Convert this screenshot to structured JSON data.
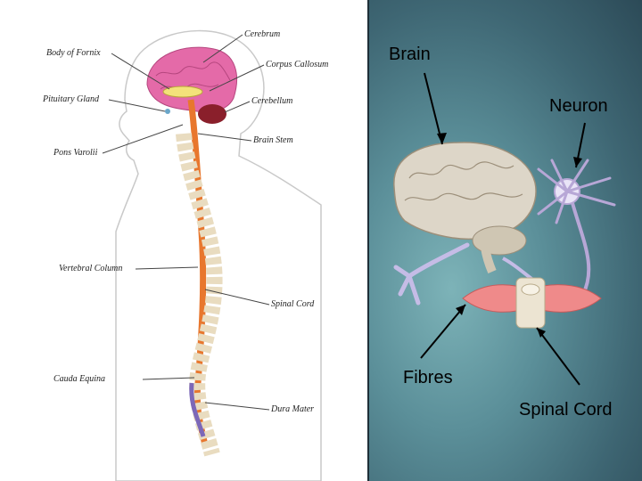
{
  "left_diagram": {
    "labels": {
      "body_of_fornix": "Body of Fornix",
      "pituitary_gland": "Pituitary Gland",
      "pons_varolii": "Pons Varolii",
      "vertebral_column": "Vertebral Column",
      "cauda_equina": "Cauda Equina",
      "cerebrum": "Cerebrum",
      "corpus_callosum": "Corpus Callosum",
      "cerebellum": "Cerebellum",
      "brain_stem": "Brain Stem",
      "spinal_cord": "Spinal Cord",
      "dura_mater": "Dura Mater"
    }
  },
  "right_diagram": {
    "labels": {
      "brain": "Brain",
      "neuron": "Neuron",
      "fibres": "Fibres",
      "spinal_cord": "Spinal Cord"
    }
  },
  "colors": {
    "spine_orange": "#e8772e",
    "brain_pink": "#e46aa8",
    "cerebellum_red": "#8a1f2b",
    "vertebra_beige": "#e9dcc0",
    "fibre_pink": "#ef8a8a",
    "neuron_lavender": "#b7a7d6"
  }
}
